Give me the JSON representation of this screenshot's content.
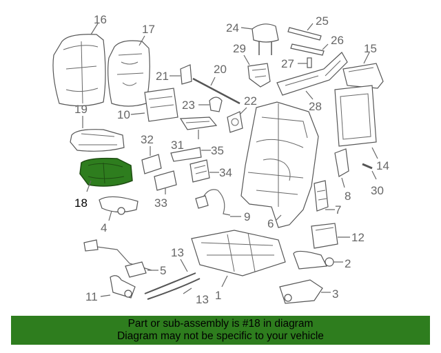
{
  "callouts": {
    "c1": "1",
    "c2": "2",
    "c3": "3",
    "c4": "4",
    "c5": "5",
    "c6": "6",
    "c7": "7",
    "c8": "8",
    "c9": "9",
    "c10": "10",
    "c11": "11",
    "c12": "12",
    "c13a": "13",
    "c13b": "13",
    "c14": "14",
    "c15": "15",
    "c16": "16",
    "c17": "17",
    "c18": "18",
    "c19": "19",
    "c20": "20",
    "c21": "21",
    "c22": "22",
    "c23": "23",
    "c24": "24",
    "c25": "25",
    "c26": "26",
    "c27": "27",
    "c28": "28",
    "c29": "29",
    "c30": "30",
    "c31": "31",
    "c32": "32",
    "c33": "33",
    "c34": "34",
    "c35": "35"
  },
  "highlight": {
    "part_number": "18",
    "color": "#2e7d1e"
  },
  "footer": {
    "line1": "Part or sub-assembly is #18 in diagram",
    "line2": "Diagram may not be specific to your vehicle",
    "background": "#2e7d1e"
  }
}
